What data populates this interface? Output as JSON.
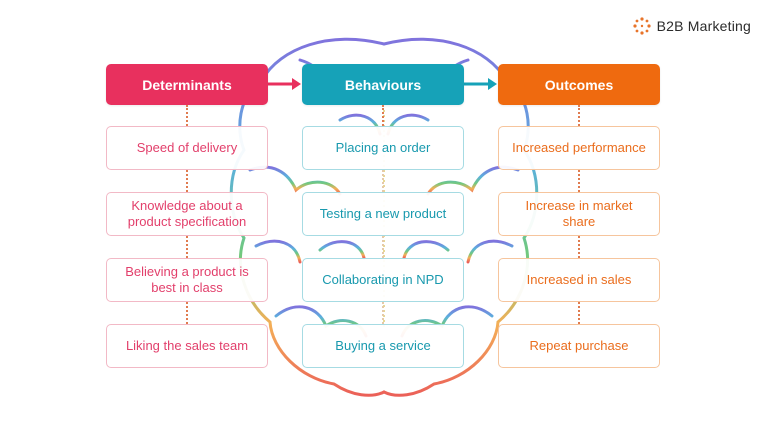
{
  "brand": {
    "name": "B2B Marketing"
  },
  "columns": {
    "determinants": {
      "title": "Determinants",
      "items": [
        "Speed of delivery",
        "Knowledge about a product specification",
        "Believing a product is best in class",
        "Liking the sales team"
      ]
    },
    "behaviours": {
      "title": "Behaviours",
      "items": [
        "Placing an order",
        "Testing a new product",
        "Collaborating in NPD",
        "Buying a service"
      ]
    },
    "outcomes": {
      "title": "Outcomes",
      "items": [
        "Increased performance",
        "Increase in market share",
        "Increased in sales",
        "Repeat purchase"
      ]
    }
  },
  "colors": {
    "determinants": "#e8305e",
    "behaviours": "#16a2b8",
    "outcomes": "#ef6a0f"
  }
}
